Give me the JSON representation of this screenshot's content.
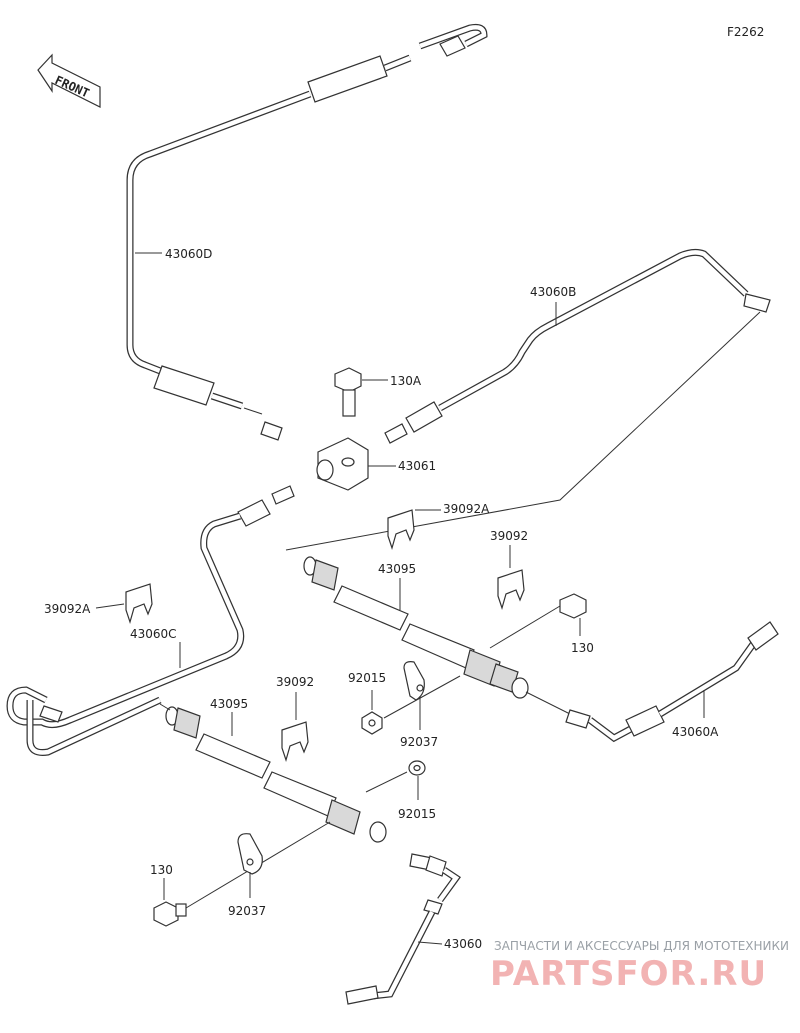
{
  "figure_code": "F2262",
  "front_label": "FRONT",
  "parts": {
    "p43060D": "43060D",
    "p43060B": "43060B",
    "p130A": "130A",
    "p43061": "43061",
    "p39092A_1": "39092A",
    "p39092_1": "39092",
    "p43095_1": "43095",
    "p130_1": "130",
    "p39092A_2": "39092A",
    "p43060C": "43060C",
    "p43060A": "43060A",
    "p92015_1": "92015",
    "p92037_1": "92037",
    "p39092_2": "39092",
    "p43095_2": "43095",
    "p92015_2": "92015",
    "p130_2": "130",
    "p92037_2": "92037",
    "p43060": "43060"
  },
  "watermark": {
    "tagline": "ЗАПЧАСТИ И АКСЕССУАРЫ ДЛЯ МОТОТЕХНИКИ",
    "logo": "PARTSFOR.RU"
  }
}
